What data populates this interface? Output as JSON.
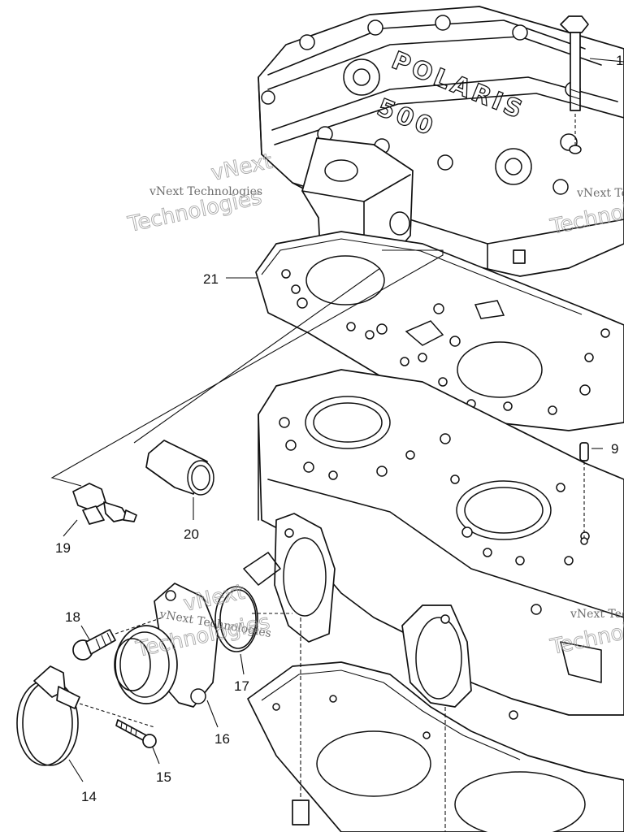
{
  "cover_logo": "POLARIS",
  "cover_model": "500",
  "watermark": {
    "line1": "vNext Technologies",
    "line2": "Technologies",
    "fragment": "vNext"
  },
  "callouts": {
    "c1": "1",
    "c9": "9",
    "c14": "14",
    "c15": "15",
    "c16": "16",
    "c17": "17",
    "c18": "18",
    "c19": "19",
    "c20": "20",
    "c21": "21"
  }
}
